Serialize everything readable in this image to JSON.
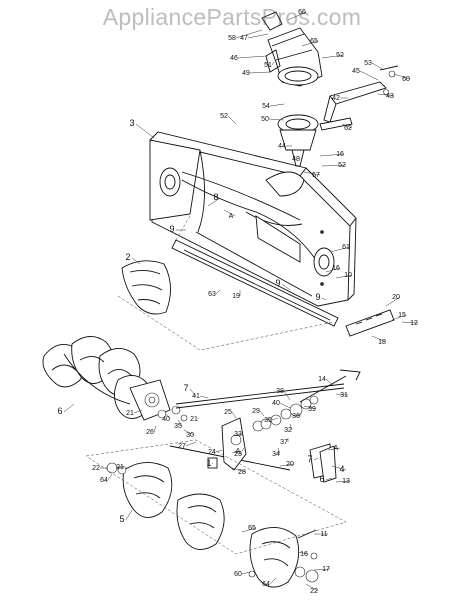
{
  "watermark": "AppliancePartsPros.com",
  "part_callouts": [
    {
      "id": "c1",
      "text": "66"
    },
    {
      "id": "c2",
      "text": "58"
    },
    {
      "id": "c3",
      "text": "47"
    },
    {
      "id": "c4",
      "text": "65"
    },
    {
      "id": "c5",
      "text": "52"
    },
    {
      "id": "c6",
      "text": "46"
    },
    {
      "id": "c7",
      "text": "51"
    },
    {
      "id": "c8",
      "text": "49"
    },
    {
      "id": "c9",
      "text": "53"
    },
    {
      "id": "c10",
      "text": "45"
    },
    {
      "id": "c11",
      "text": "60"
    },
    {
      "id": "c12",
      "text": "43"
    },
    {
      "id": "c13",
      "text": "42"
    },
    {
      "id": "c14",
      "text": "54"
    },
    {
      "id": "c15",
      "text": "50"
    },
    {
      "id": "c16",
      "text": "62"
    },
    {
      "id": "c17",
      "text": "52"
    },
    {
      "id": "c18",
      "text": "3"
    },
    {
      "id": "c19",
      "text": "44"
    },
    {
      "id": "c20",
      "text": "48"
    },
    {
      "id": "c21",
      "text": "16"
    },
    {
      "id": "c22",
      "text": "52"
    },
    {
      "id": "c23",
      "text": "57"
    },
    {
      "id": "c24",
      "text": "8"
    },
    {
      "id": "c25",
      "text": "A"
    },
    {
      "id": "c26",
      "text": "9"
    },
    {
      "id": "c27",
      "text": "61"
    },
    {
      "id": "c28",
      "text": "16"
    },
    {
      "id": "c29",
      "text": "10"
    },
    {
      "id": "c30",
      "text": "2"
    },
    {
      "id": "c31",
      "text": "9"
    },
    {
      "id": "c32",
      "text": "63"
    },
    {
      "id": "c33",
      "text": "19"
    },
    {
      "id": "c34",
      "text": "9"
    },
    {
      "id": "c35",
      "text": "20"
    },
    {
      "id": "c36",
      "text": "15"
    },
    {
      "id": "c37",
      "text": "12"
    },
    {
      "id": "c38",
      "text": "18"
    },
    {
      "id": "c39",
      "text": "7"
    },
    {
      "id": "c40",
      "text": "41"
    },
    {
      "id": "c41",
      "text": "6"
    },
    {
      "id": "c42",
      "text": "40"
    },
    {
      "id": "c43",
      "text": "35"
    },
    {
      "id": "c44",
      "text": "30"
    },
    {
      "id": "c45",
      "text": "21"
    },
    {
      "id": "c46",
      "text": "26"
    },
    {
      "id": "c47",
      "text": "14"
    },
    {
      "id": "c48",
      "text": "31"
    },
    {
      "id": "c49",
      "text": "38"
    },
    {
      "id": "c50",
      "text": "40"
    },
    {
      "id": "c51",
      "text": "29"
    },
    {
      "id": "c52",
      "text": "35"
    },
    {
      "id": "c53",
      "text": "39"
    },
    {
      "id": "c54",
      "text": "36"
    },
    {
      "id": "c55",
      "text": "32"
    },
    {
      "id": "c56",
      "text": "37"
    },
    {
      "id": "c57",
      "text": "34"
    },
    {
      "id": "c58",
      "text": "25"
    },
    {
      "id": "c59",
      "text": "33"
    },
    {
      "id": "c60",
      "text": "27"
    },
    {
      "id": "c61",
      "text": "24"
    },
    {
      "id": "c62",
      "text": "23"
    },
    {
      "id": "c63",
      "text": "28"
    },
    {
      "id": "c64",
      "text": "1"
    },
    {
      "id": "c65",
      "text": "A"
    },
    {
      "id": "c66",
      "text": "7"
    },
    {
      "id": "c67",
      "text": "4"
    },
    {
      "id": "c68",
      "text": "6"
    },
    {
      "id": "c69",
      "text": "13"
    },
    {
      "id": "c70",
      "text": "22"
    },
    {
      "id": "c71",
      "text": "21"
    },
    {
      "id": "c72",
      "text": "64"
    },
    {
      "id": "c73",
      "text": "5"
    },
    {
      "id": "c74",
      "text": "65"
    },
    {
      "id": "c75",
      "text": "11"
    },
    {
      "id": "c76",
      "text": "16"
    },
    {
      "id": "c77",
      "text": "17"
    },
    {
      "id": "c78",
      "text": "22"
    },
    {
      "id": "c79",
      "text": "60"
    },
    {
      "id": "c80",
      "text": "64"
    },
    {
      "id": "c81",
      "text": "A"
    },
    {
      "id": "c82",
      "text": "21"
    },
    {
      "id": "c83",
      "text": "20"
    }
  ]
}
